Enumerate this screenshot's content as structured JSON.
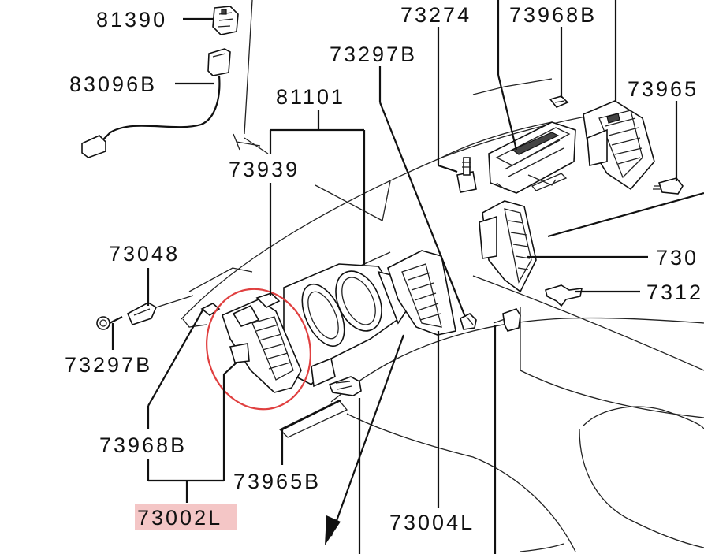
{
  "labels": {
    "p81390": "81390",
    "p83096B": "83096B",
    "p73274": "73274",
    "p73968B_top": "73968B",
    "p73297B_top": "73297B",
    "p81101": "81101",
    "p73965_right": "73965",
    "p73939": "73939",
    "p73048": "73048",
    "p730_right": "730",
    "p7312_right": "7312",
    "p73297B_left": "73297B",
    "p73968B_left": "73968B",
    "p73965B": "73965B",
    "p73002L": "73002L",
    "p73004L": "73004L"
  },
  "colors": {
    "highlight_circle": "#e04040",
    "highlight_label_bg": "#f4c6c6"
  }
}
